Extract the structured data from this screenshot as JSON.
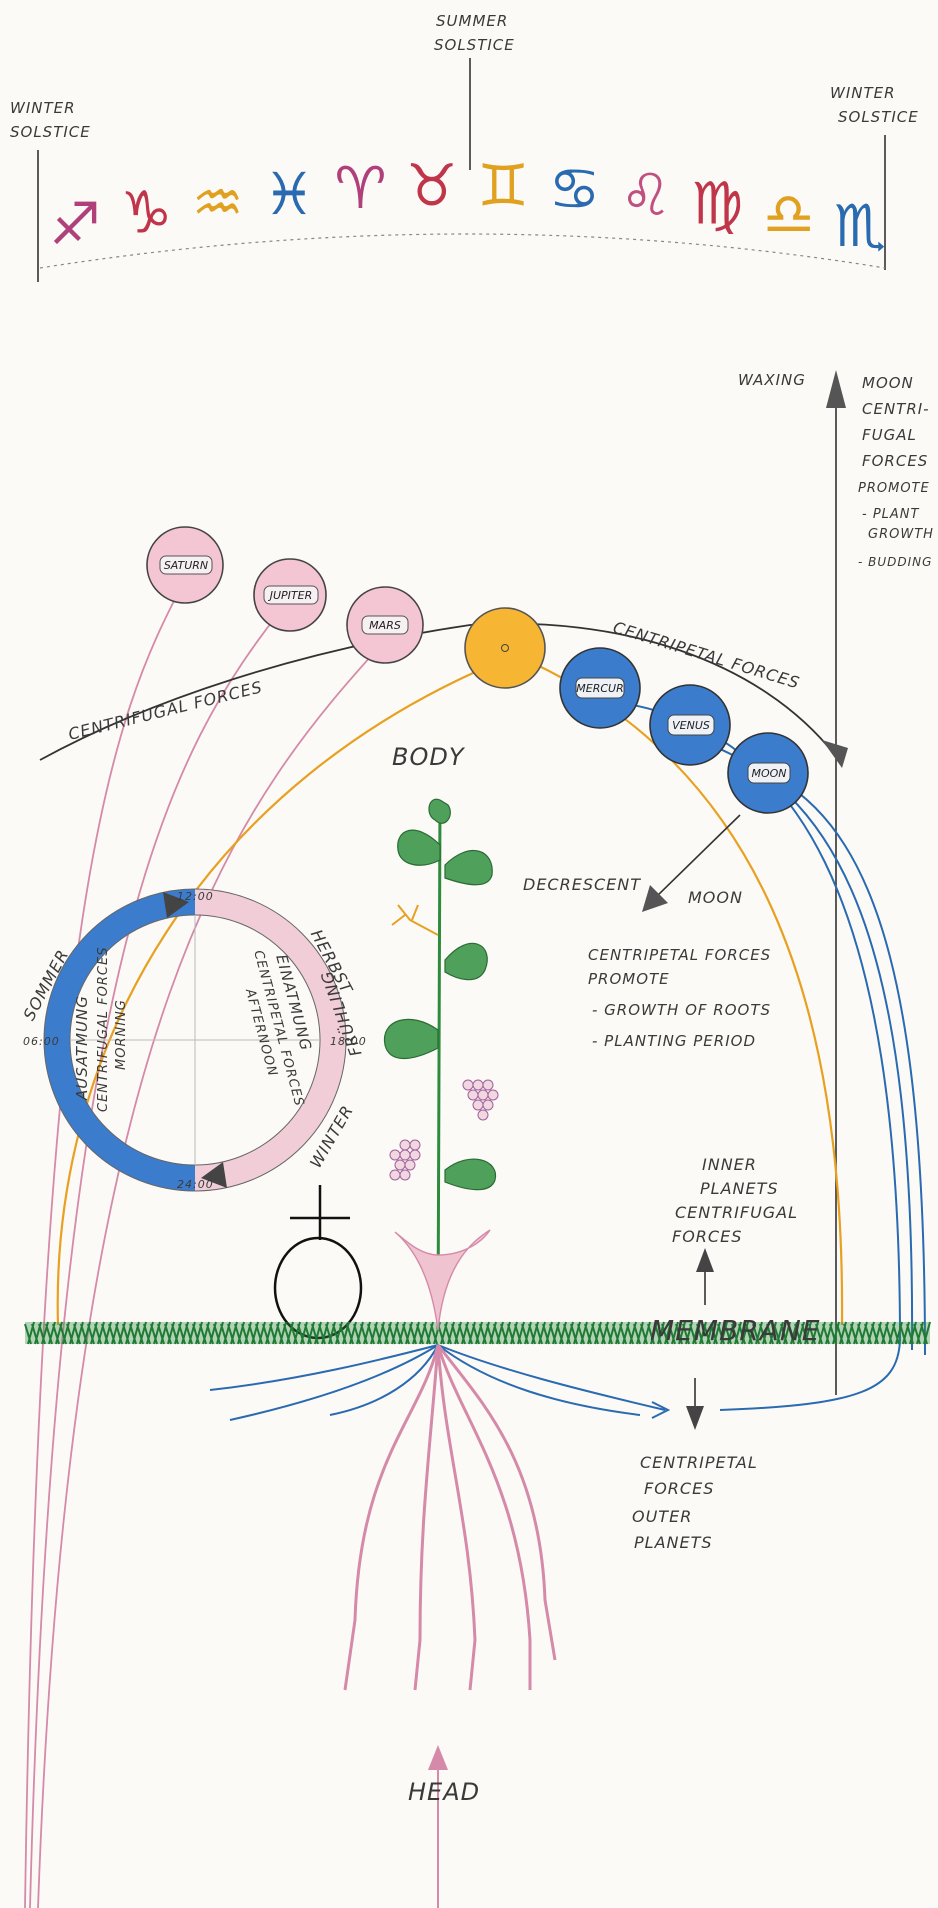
{
  "solstice": {
    "winter_left": [
      "WINTER",
      "SOLSTICE"
    ],
    "summer": [
      "SUMMER",
      "SOLSTICE"
    ],
    "winter_right": [
      "WINTER",
      "SOLSTICE"
    ]
  },
  "zodiac": [
    {
      "glyph": "♐",
      "color": "#b0407a"
    },
    {
      "glyph": "♑",
      "color": "#c0354a"
    },
    {
      "glyph": "♒",
      "color": "#e0a020"
    },
    {
      "glyph": "♓",
      "color": "#2a6ab0"
    },
    {
      "glyph": "♈",
      "color": "#b0407a"
    },
    {
      "glyph": "♉",
      "color": "#c0354a"
    },
    {
      "glyph": "♊",
      "color": "#e0a020"
    },
    {
      "glyph": "♋",
      "color": "#2a6ab0"
    },
    {
      "glyph": "♌",
      "color": "#c05080"
    },
    {
      "glyph": "♍",
      "color": "#c0354a"
    },
    {
      "glyph": "♎",
      "color": "#e0a020"
    },
    {
      "glyph": "♏",
      "color": "#2a6ab0"
    }
  ],
  "waxing": {
    "label": "WAXING",
    "moon_lines": [
      "MOON",
      "CENTRI-",
      "FUGAL",
      "FORCES",
      "PROMOTE",
      "- PLANT",
      "GROWTH",
      "- BUDDING"
    ]
  },
  "planets": {
    "outer": [
      "SATURN",
      "JUPITER",
      "MARS"
    ],
    "inner": [
      "MERCUR",
      "VENUS",
      "MOON"
    ]
  },
  "forces": {
    "centrifugal": "CENTRIFUGAL FORCES",
    "centripetal": "CENTRIPETAL FORCES"
  },
  "body_label": "BODY",
  "decrescent": {
    "label1": "DECRESCENT",
    "label2": "MOON",
    "lines": [
      "CENTRIPETAL FORCES",
      "PROMOTE",
      "- GROWTH OF ROOTS",
      "- PLANTING PERIOD"
    ]
  },
  "clock": {
    "times": [
      "12:00",
      "18:00",
      "24:00",
      "06:00"
    ],
    "outer_left": [
      "SOMMER",
      "FRÜHLING"
    ],
    "outer_right": [
      "HERBST",
      "WINTER"
    ],
    "inner_left": [
      "AUSATMUNG",
      "CENTRIFUGAL FORCES",
      "MORNING"
    ],
    "inner_right": [
      "EINATMUNG",
      "CENTRIPETAL FORCES",
      "AFTERNOON"
    ]
  },
  "inner_planets_label": [
    "INNER",
    "PLANETS",
    "CENTRIFUGAL",
    "FORCES"
  ],
  "membrane": "MEMBRANE",
  "outer_planets_label": [
    "CENTRIPETAL",
    "FORCES",
    "OUTER",
    "PLANETS"
  ],
  "head_label": "HEAD",
  "colors": {
    "pink": "#d48aa8",
    "blue": "#2a6ab0",
    "orange": "#e8a020",
    "green": "#2e8a3c",
    "pencil": "#3a3a3a"
  }
}
